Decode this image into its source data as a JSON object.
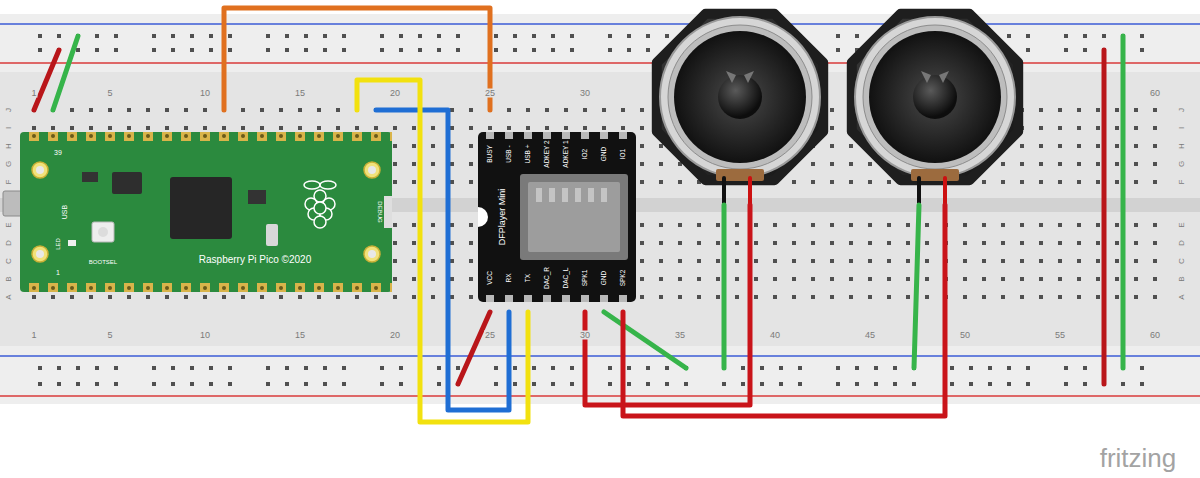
{
  "diagram": {
    "nodes": [
      {
        "text": [
          "39",
          "1",
          "USB",
          "LED",
          "BOOTSEL",
          "DEBUG",
          "Raspberry Pi Pico ©2020"
        ]
      },
      {
        "text": [
          "DFPlayer Mini",
          "BUSY",
          "USB -",
          "USB +",
          "ADKEY 2",
          "ADKEY 1",
          "IO2",
          "GND",
          "IO1",
          "VCC",
          "RX",
          "TX",
          "DAC_R",
          "DAC_L",
          "SPK1",
          "GND",
          "SPK2"
        ]
      }
    ],
    "labels": [
      "1",
      "5",
      "10",
      "15",
      "20",
      "25",
      "30",
      "60",
      "1",
      "5",
      "10",
      "15",
      "20",
      "25",
      "30",
      "35",
      "40",
      "45",
      "50",
      "55",
      "60",
      "J",
      "I",
      "H",
      "G",
      "F",
      "E",
      "D",
      "C",
      "B",
      "A",
      "J",
      "I",
      "H",
      "G",
      "F",
      "E",
      "D",
      "C",
      "B",
      "A",
      "fritzing"
    ]
  }
}
